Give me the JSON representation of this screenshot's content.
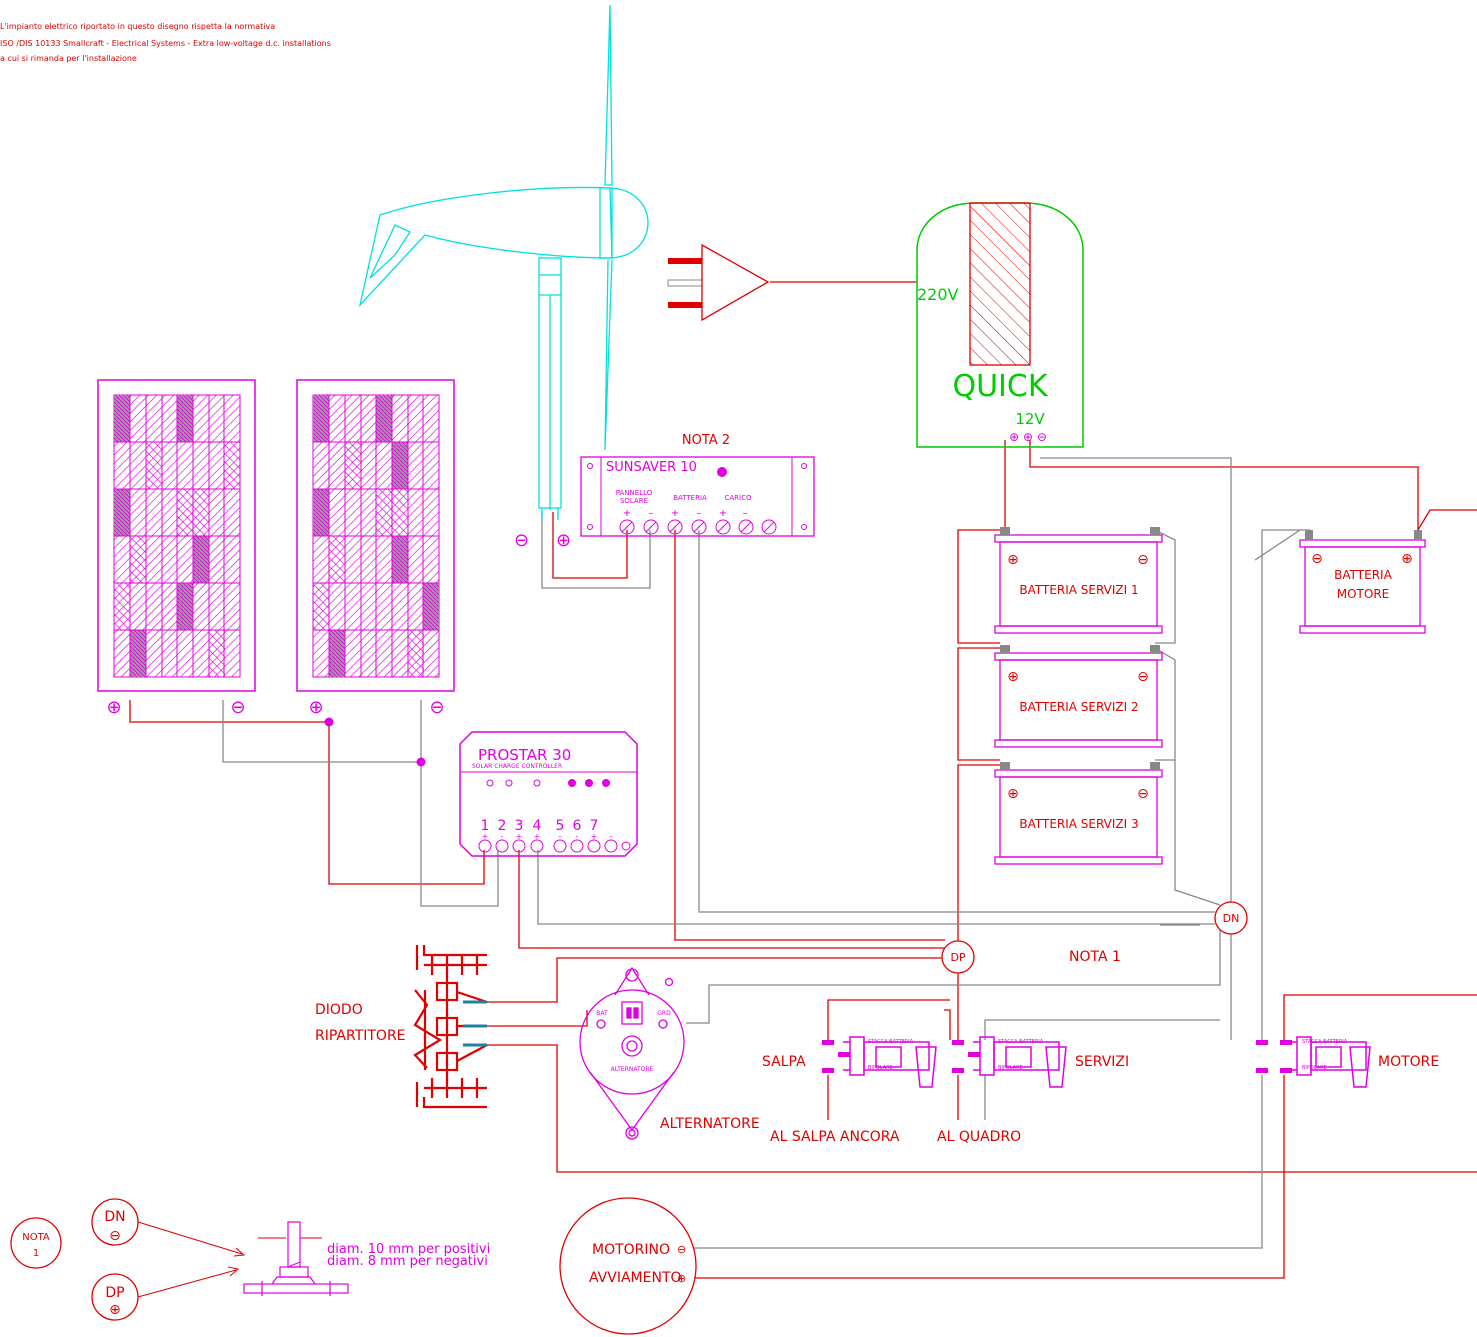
{
  "header_notes": [
    "L'impianto elettrico riportato in questo disegno  rispetta la normativa",
    "ISO  /DIS 10133 Smallcraft - Electrical Systems - Extra low-voltage d.c. installations",
    "a cui si rimanda per l'installazione"
  ],
  "colors": {
    "positive_wire": "#e00000",
    "negative_wire": "#888888",
    "component": "#e000e0",
    "wind_generator": "#00e0e0",
    "charger": "#00cc00",
    "diode_link": "#2080a0"
  },
  "charger": {
    "name": "QUICK",
    "input": "220V",
    "output": "12V",
    "output_terminals": "⊕ ⊕ ⊖"
  },
  "sunsaver": {
    "name": "SUNSAVER 10",
    "note": "NOTA 2",
    "group_solar": [
      "PANNELLO",
      "SOLARE"
    ],
    "group_battery": "BATTERIA",
    "group_load": "CARICO",
    "polarity_marks": [
      "+",
      "–",
      "+",
      "–",
      "+",
      "–"
    ]
  },
  "prostar": {
    "name": "PROSTAR  30",
    "subtitle": "SOLAR  CHARGE  CONTROLLER",
    "terminal_numbers": [
      "1",
      "2",
      "3",
      "4",
      "5",
      "6",
      "7"
    ],
    "terminal_polarity": [
      "+",
      "-",
      "+",
      "+",
      "-",
      "-",
      "+",
      "-"
    ]
  },
  "wind_terminals": {
    "neg": "⊖",
    "pos": "⊕"
  },
  "panel_terminals": {
    "pos": "⊕",
    "neg": "⊖"
  },
  "batteries": [
    {
      "label": "BATTERIA  SERVIZI 1"
    },
    {
      "label": "BATTERIA  SERVIZI 2"
    },
    {
      "label": "BATTERIA  SERVIZI 3"
    }
  ],
  "engine_battery": {
    "line1": "BATTERIA",
    "line2": "MOTORE"
  },
  "battery_terminals": {
    "pos": "⊕",
    "neg": "⊖"
  },
  "bus_nodes": {
    "dn": "DN",
    "dp": "DP"
  },
  "nota1": "NOTA 1",
  "diode": {
    "line1": "DIODO",
    "line2": "RIPARTITORE"
  },
  "alternator": {
    "label": "ALTERNATORE",
    "inner": "ALTERNATORE",
    "bat": "BAT",
    "grd": "GRD"
  },
  "switches": [
    {
      "label": "SALPA",
      "bottom": "AL SALPA ANCORA"
    },
    {
      "label": "SERVIZI",
      "bottom": "AL QUADRO"
    },
    {
      "label": "MOTORE",
      "bottom": ""
    }
  ],
  "switch_small": {
    "line1": "STACCA BATTERIA",
    "line2": "BIPOLARE"
  },
  "starter": {
    "line1": "MOTORINO",
    "line2": "AVVIAMENTO",
    "neg": "⊖",
    "pos": "⊕"
  },
  "legend": {
    "nota_line1": "NOTA",
    "nota_line2": "1",
    "dn": "DN",
    "dn_sym": "⊖",
    "dp": "DP",
    "dp_sym": "⊕",
    "dim_pos": "diam. 10  mm  per  positivi",
    "dim_neg": "diam.  8  mm  per  negativi"
  }
}
